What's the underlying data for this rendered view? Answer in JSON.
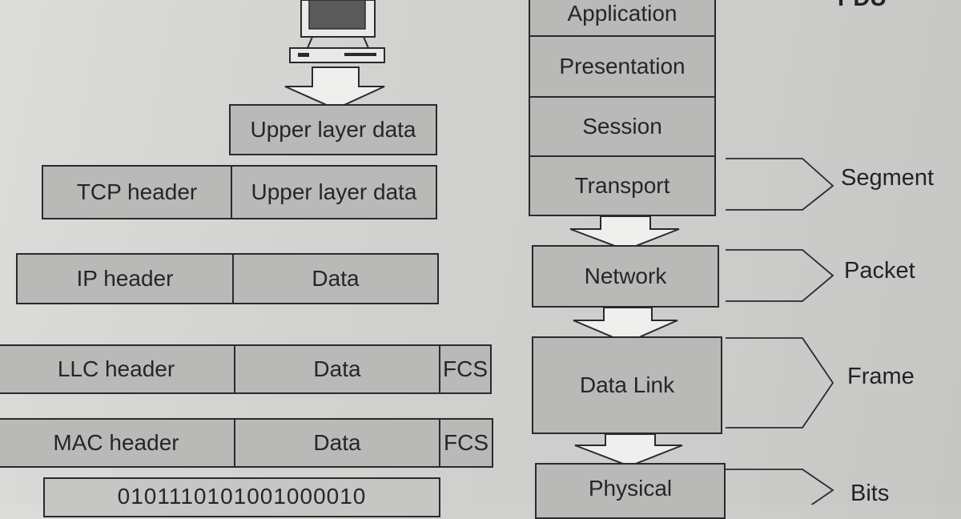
{
  "encapsulation": {
    "upper": [
      "Upper layer data"
    ],
    "tcp": [
      "TCP header",
      "Upper layer data"
    ],
    "ip": [
      "IP header",
      "Data"
    ],
    "llc": [
      "LLC header",
      "Data",
      "FCS"
    ],
    "mac": [
      "MAC header",
      "Data",
      "FCS"
    ],
    "bits": "0101110101001000010"
  },
  "osi_layers": [
    "Application",
    "Presentation",
    "Session",
    "Transport",
    "Network",
    "Data Link",
    "Physical"
  ],
  "pdus": [
    "Segment",
    "Packet",
    "Frame",
    "Bits"
  ],
  "header_fragment": "PDU"
}
